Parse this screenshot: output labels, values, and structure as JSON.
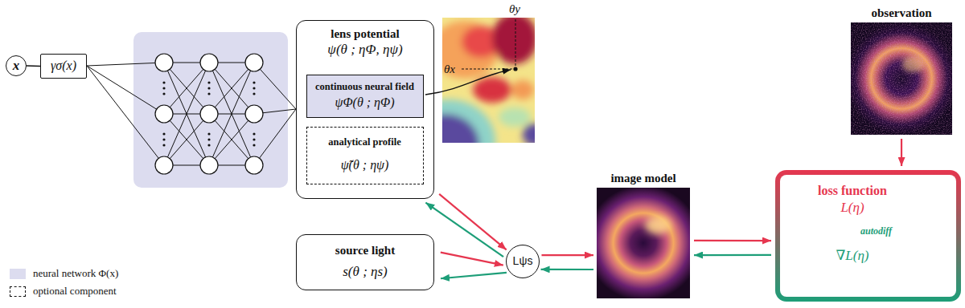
{
  "diagram": {
    "nodes": [
      {
        "text": [
          "x"
        ]
      },
      {
        "text": [
          "γσ(x)"
        ]
      },
      {
        "text": [
          "lens potential",
          "ψ(θ ; ηΦ, ηψ)"
        ]
      },
      {
        "text": [
          "continuous neural field",
          "ψΦ(θ ; ηΦ)"
        ],
        "in": 2
      },
      {
        "text": [
          "analytical profile",
          "ψ̃(θ ; ηψ)"
        ],
        "in": 2
      },
      {
        "text": [
          "source light",
          "s(θ ; ηs)"
        ]
      },
      {
        "text": [
          "Lψs"
        ]
      },
      {
        "text": [
          "image model"
        ]
      },
      {
        "text": [
          "observation"
        ]
      },
      {
        "text": [
          "loss function",
          "L(η)",
          "autodiff",
          "∇L(η)"
        ]
      }
    ],
    "edges": [
      {
        "from": 0,
        "to": 1,
        "arrow": "none"
      },
      {
        "from": 2,
        "to": 6,
        "arrow": "to"
      },
      {
        "from": 6,
        "to": 2,
        "arrow": "to"
      },
      {
        "from": 5,
        "to": 6,
        "arrow": "to"
      },
      {
        "from": 6,
        "to": 5,
        "arrow": "to"
      },
      {
        "from": 6,
        "to": 7,
        "arrow": "to"
      },
      {
        "from": 7,
        "to": 6,
        "arrow": "to"
      },
      {
        "from": 7,
        "to": 9,
        "arrow": "to"
      },
      {
        "from": 9,
        "to": 7,
        "arrow": "to"
      },
      {
        "from": 8,
        "to": 9,
        "arrow": "to"
      }
    ],
    "labels": [
      "θy",
      "θx"
    ],
    "legend": [
      {
        "text": "neural network Φ(x)",
        "color": "#dcdcef"
      },
      {
        "text": "optional component"
      }
    ]
  }
}
